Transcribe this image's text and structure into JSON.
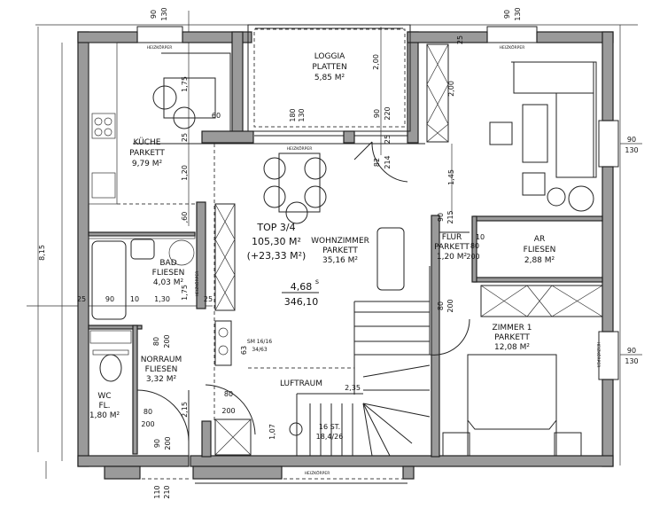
{
  "plan": {
    "unit": {
      "label": "TOP 3/4",
      "area": "105,30 M²",
      "extra_area": "(+23,33 M²)"
    },
    "level": {
      "mark": "4,68",
      "sup": "s",
      "elevation": "346,10"
    },
    "rooms": {
      "loggia": {
        "name": "LOGGIA",
        "floor": "PLATTEN",
        "area": "5,85 M²"
      },
      "kueche": {
        "name": "KÜCHE",
        "floor": "PARKETT",
        "area": "9,79 M²"
      },
      "wohnzimmer": {
        "name": "WOHNZIMMER",
        "floor": "PARKETT",
        "area": "35,16 M²"
      },
      "bad": {
        "name": "BAD",
        "floor": "FLIESEN",
        "area": "4,03 M²"
      },
      "vorraum": {
        "name": "NORRAUM",
        "floor": "FLIESEN",
        "area": "3,32 M²"
      },
      "wc": {
        "name": "WC",
        "floor": "FL.",
        "area": "1,80 M²"
      },
      "flur": {
        "name": "FLUR",
        "floor": "PARKETT",
        "area": "1,20 M²"
      },
      "ar": {
        "name": "AR",
        "floor": "FLIESEN",
        "area": "2,88 M²"
      },
      "zimmer1": {
        "name": "ZIMMER 1",
        "floor": "PARKETT",
        "area": "12,08 M²"
      },
      "luftraum": {
        "name": "LUFTRAUM"
      }
    },
    "stairs": {
      "count": "16 ST.",
      "ratio": "18,4/26"
    },
    "heater_label": "HEIZKÖRPER",
    "dimensions": {
      "win_top_k_a": "90",
      "win_top_k_b": "130",
      "win_top_r_a": "90",
      "win_top_r_b": "130",
      "win_r1_a": "90",
      "win_r1_b": "130",
      "win_r2_a": "90",
      "win_r2_b": "130",
      "loggia_a": "180",
      "loggia_b": "130",
      "loggia_door_a": "90",
      "loggia_door_b": "220",
      "loggia_h": "2,00",
      "k_175": "1,75",
      "k_60": "60",
      "k_25": "25",
      "k_120": "1,20",
      "k_60b": ",60",
      "door_82": "82",
      "door_214": "214",
      "d_25b": "25",
      "r_200": "2,00",
      "r_145": "1,45",
      "r_25": "25",
      "bad_25": "25",
      "bad_90": "90",
      "bad_10": "10",
      "bad_130": "1,30",
      "bad_175": "1,75",
      "bad_25b": "25",
      "vr_80": "80",
      "vr_200": "200",
      "vr_215": "2,15",
      "wc_80": "80",
      "wc_200": "200",
      "wc_90": "90",
      "wc_200b": "200",
      "h_80": "80",
      "h_200": "200",
      "sm": "SM 16/16",
      "sm2": "34/63",
      "sm_63": "63",
      "lr_235": "2,35",
      "lr_107": "1,07",
      "fl_90": "90",
      "fl_215": "215",
      "fl_10": "10",
      "fl_80": "80",
      "fl_200": "200",
      "z_80": "80",
      "z_200": "200",
      "bot_110": "110",
      "bot_210": "210",
      "left_dim": "8,15"
    }
  }
}
